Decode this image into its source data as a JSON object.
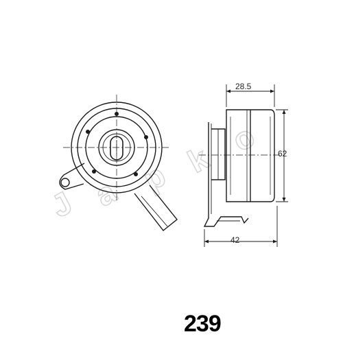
{
  "dimensions": {
    "width": "28.5",
    "height": "62",
    "base": "42"
  },
  "part_number": "239",
  "watermark": "Japko",
  "colors": {
    "line": "#1a1a1a",
    "watermark": "#d9d9d9",
    "background": "#ffffff"
  }
}
